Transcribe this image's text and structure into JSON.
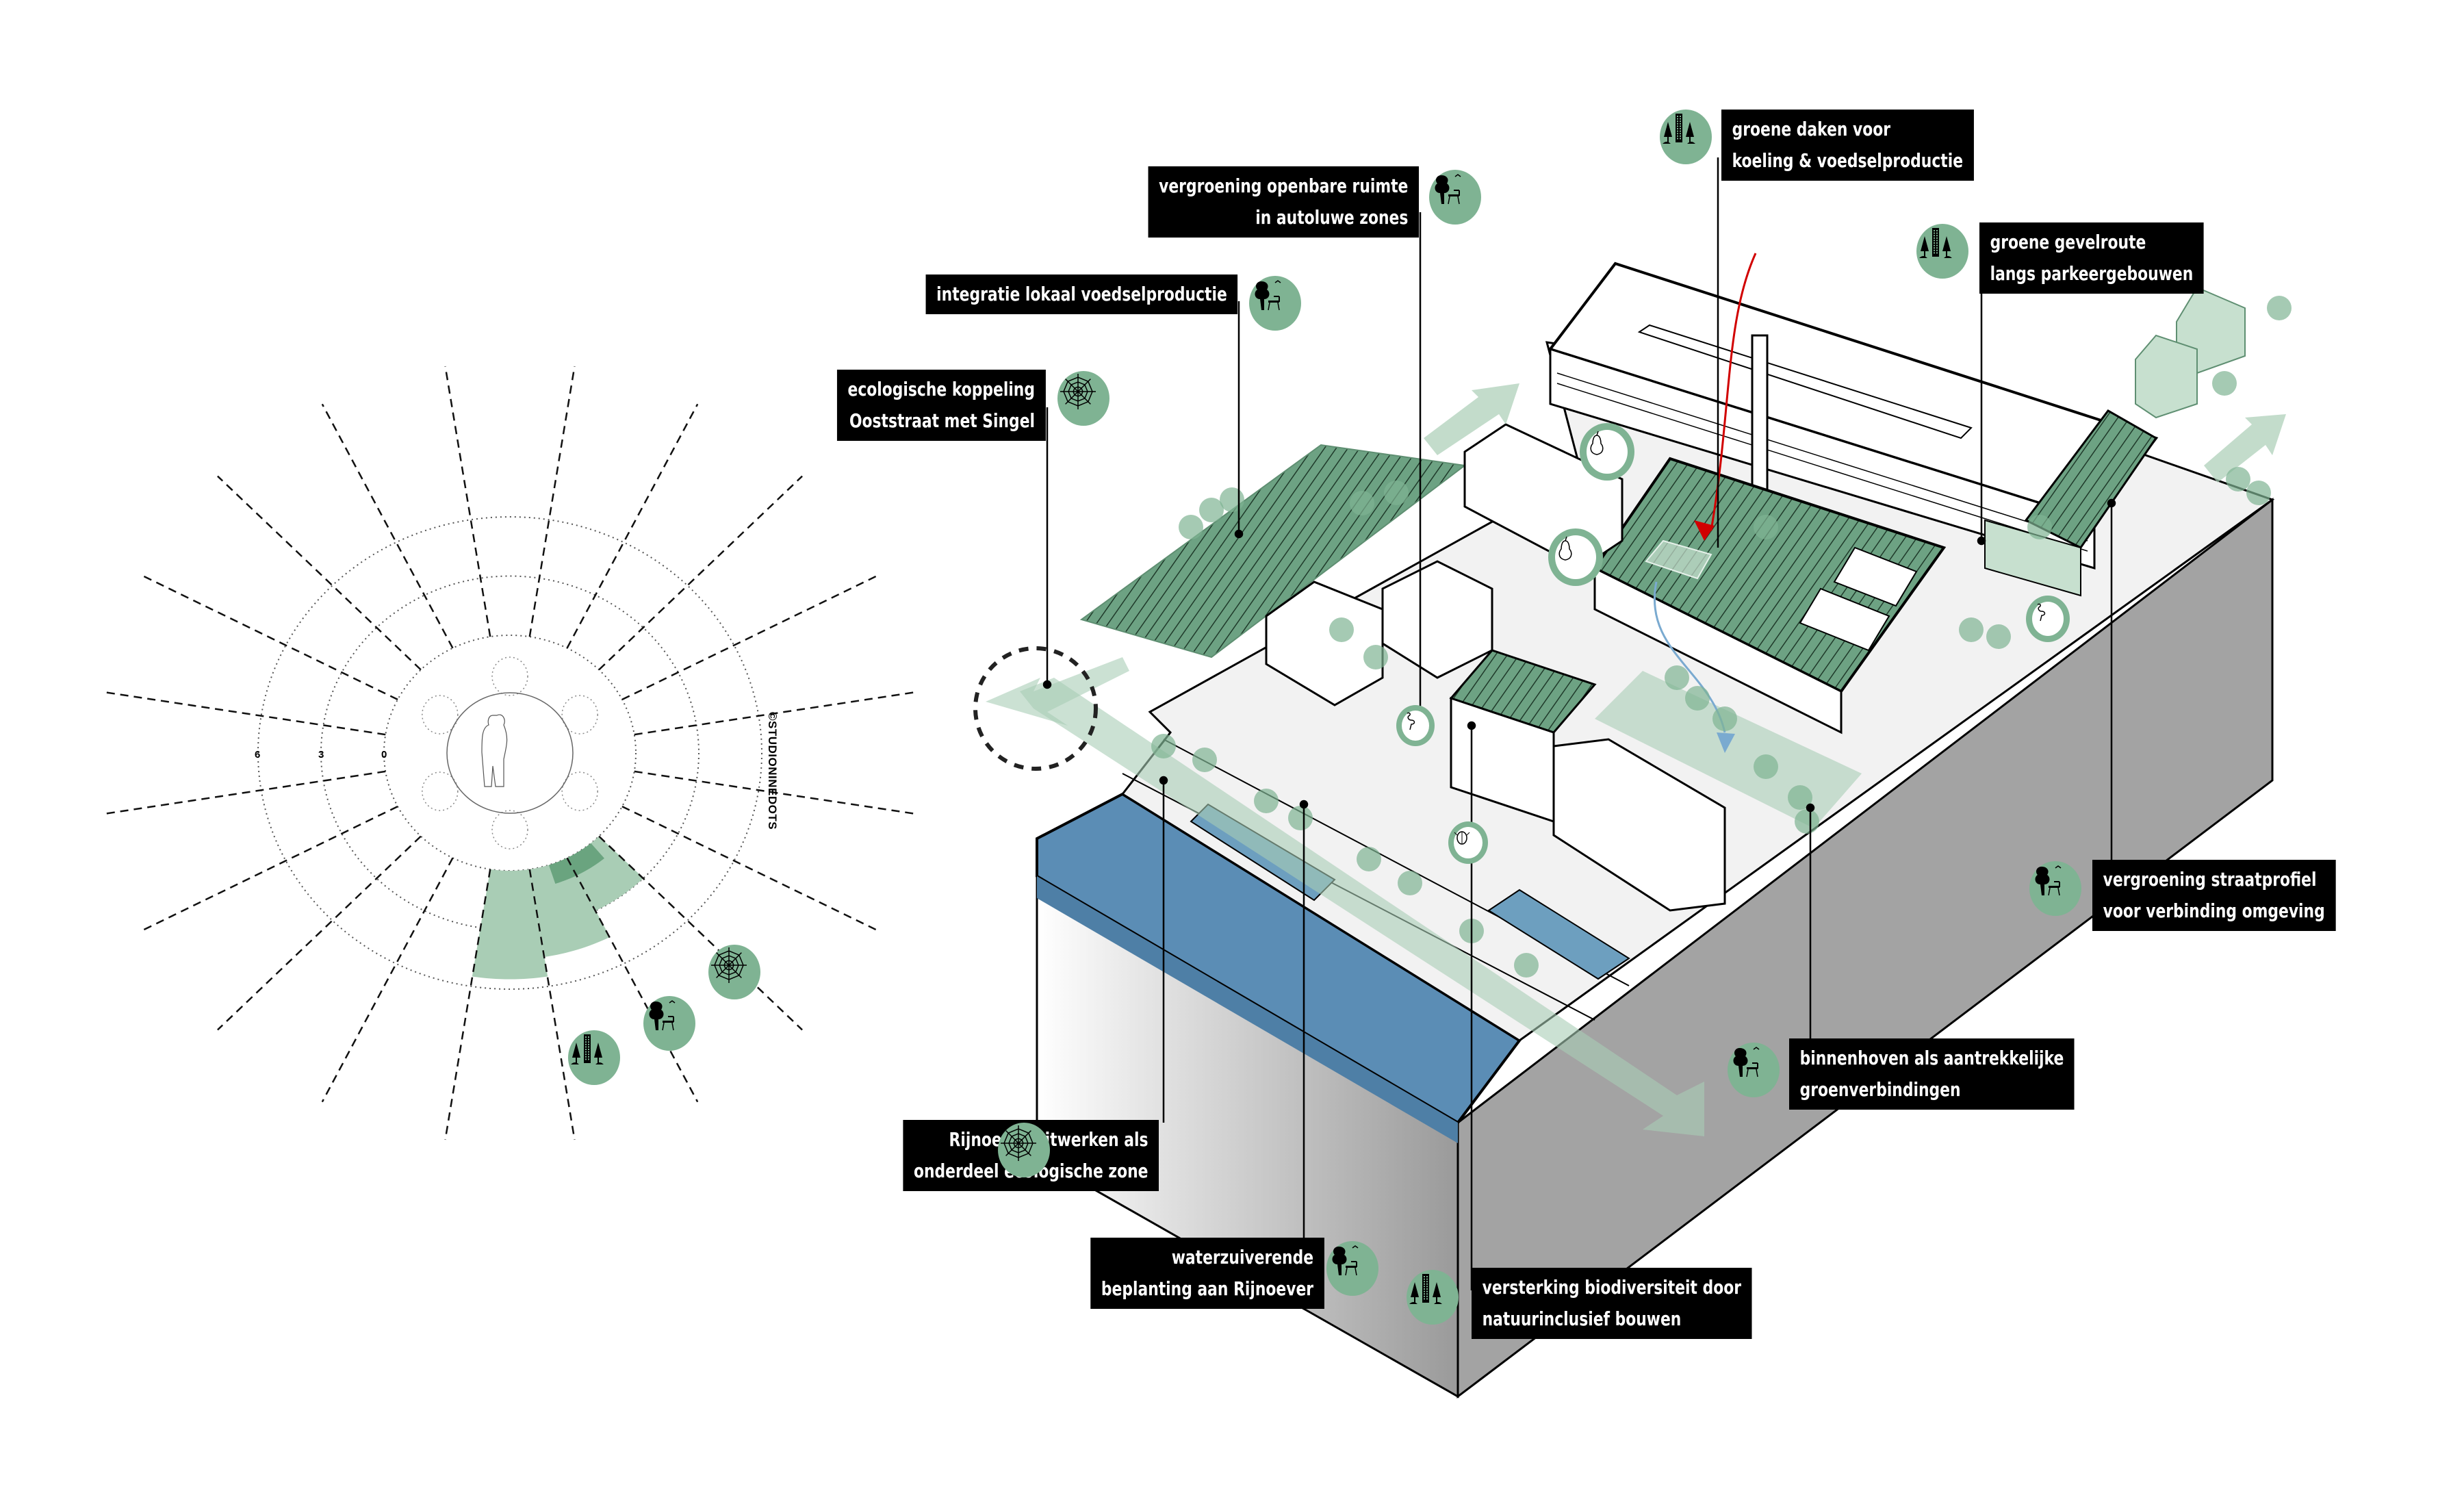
{
  "title": "Vergroening en ecologie – isometrisch diagram",
  "colors": {
    "green_badge": "#7fb393",
    "green_roof": "#6da283",
    "green_light": "#a9cdb5",
    "green_dark": "#6aa47f",
    "water": "#5b8db5",
    "ground": "#f2f2f2",
    "side_dark": "#a0a0a0",
    "label_bg": "#000000",
    "label_text": "#ffffff",
    "arrow_red": "#d10000",
    "arrow_blue": "#7aaad0"
  },
  "radial_chart": {
    "scale_labels": [
      "6",
      "3",
      "0"
    ],
    "copyright": "©STUDIONINEDOTS",
    "center_icon": "people-silhouette-icon",
    "spokes": 20,
    "rings": [
      0,
      3,
      6
    ],
    "category_icons": [
      "green-building-icon",
      "tree-bench-icon",
      "spiderweb-icon"
    ]
  },
  "chart_data": {
    "type": "radial-bar",
    "title": "",
    "scale": {
      "min": 0,
      "max": 6,
      "ticks": [
        0,
        3,
        6
      ]
    },
    "sectors": [
      {
        "icon": "green-building-icon",
        "value": 5.5
      },
      {
        "icon": "tree-bench-icon",
        "value": 4.5
      },
      {
        "icon": "spiderweb-icon",
        "value": 3
      },
      {
        "icon": "highlight",
        "value": 1
      }
    ]
  },
  "labels": [
    {
      "id": "groene-daken",
      "lines": [
        "groene daken voor",
        "koeling & voedselproductie"
      ],
      "icon": "green-building-icon"
    },
    {
      "id": "vergroening-openbare-ruimte",
      "lines": [
        "vergroening openbare ruimte",
        "in autoluwe zones"
      ],
      "icon": "tree-bench-icon"
    },
    {
      "id": "integratie-voedselproductie",
      "lines": [
        "integratie lokaal voedselproductie"
      ],
      "icon": "tree-bench-icon"
    },
    {
      "id": "ecologische-koppeling",
      "lines": [
        "ecologische koppeling",
        "Ooststraat met Singel"
      ],
      "icon": "spiderweb-icon"
    },
    {
      "id": "groene-gevelroute",
      "lines": [
        "groene gevelroute",
        "langs parkeergebouwen"
      ],
      "icon": "green-building-icon"
    },
    {
      "id": "vergroening-straatprofiel",
      "lines": [
        "vergroening straatprofiel",
        "voor verbinding omgeving"
      ],
      "icon": "tree-bench-icon"
    },
    {
      "id": "binnenhoven",
      "lines": [
        "binnenhoven als aantrekkelijke",
        "groenverbindingen"
      ],
      "icon": "tree-bench-icon"
    },
    {
      "id": "rijnoever",
      "lines": [
        "Rijnoever uitwerken als",
        "onderdeel ecologische zone"
      ],
      "icon": "spiderweb-icon"
    },
    {
      "id": "waterzuiverende",
      "lines": [
        "waterzuiverende",
        "beplanting aan Rijnoever"
      ],
      "icon": "tree-bench-icon"
    },
    {
      "id": "versterking-biodiversiteit",
      "lines": [
        "versterking biodiversiteit door",
        "natuurinclusief bouwen"
      ],
      "icon": "green-building-icon"
    }
  ],
  "map_icons": [
    "pear-icon",
    "pear-icon",
    "flamingo-icon",
    "flamingo-icon",
    "beetle-icon"
  ]
}
